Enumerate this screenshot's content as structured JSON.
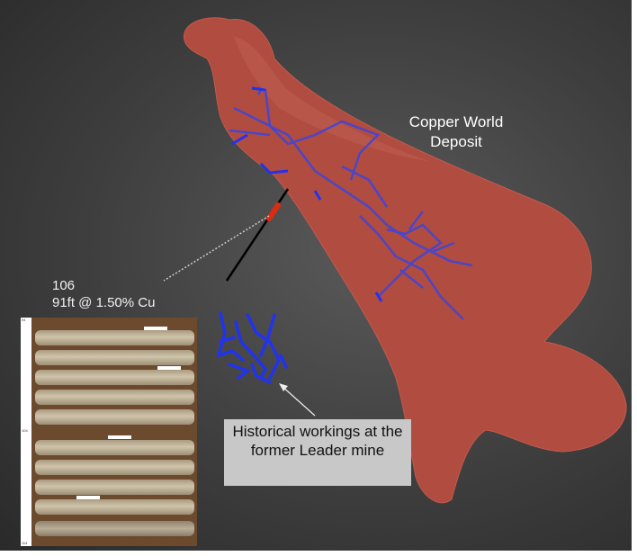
{
  "labels": {
    "deposit": "Copper World Deposit",
    "hole_id": "106",
    "intercept": "91ft @ 1.50% Cu",
    "historical": "Historical workings at the former Leader mine"
  },
  "core_scale": {
    "top": "94",
    "middle": "104",
    "bottom": "114"
  },
  "colors": {
    "deposit": "#b04c40",
    "workings": "#2a3be0",
    "background": "#3e3e3e",
    "callout_box": "#c8c8c8"
  }
}
